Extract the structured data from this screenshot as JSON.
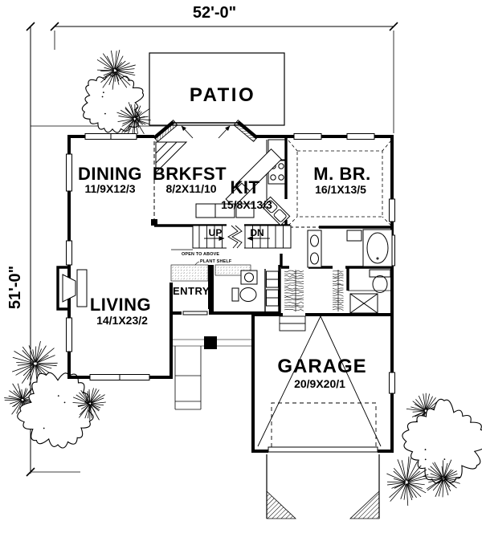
{
  "plan": {
    "dim_width": "52'-0\"",
    "dim_height": "51'-0\"",
    "patio": {
      "label": "PATIO"
    },
    "dining": {
      "label": "DINING",
      "size": "11/9X12/3"
    },
    "brkfst": {
      "label": "BRKFST",
      "size": "8/2X11/10"
    },
    "kitchen": {
      "label": "KIT",
      "size": "15/8X13/3"
    },
    "master": {
      "label": "M. BR.",
      "size": "16/1X13/5"
    },
    "living": {
      "label": "LIVING",
      "size": "14/1X23/2"
    },
    "garage": {
      "label": "GARAGE",
      "size": "20/9X20/1"
    },
    "entry": {
      "label": "ENTRY"
    },
    "stairs": {
      "up": "UP",
      "down": "DN"
    },
    "notes": {
      "open_to_above": "OPEN TO ABOVE",
      "plant_shelf": "PLANT SHELF"
    },
    "colors": {
      "ink": "#000000",
      "paper": "#ffffff"
    }
  }
}
